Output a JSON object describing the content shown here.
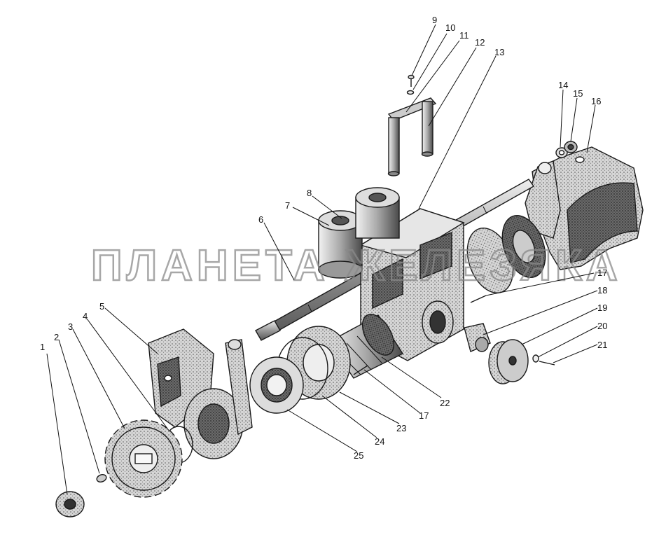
{
  "watermark": "ПЛАНЕТА ЖЕЛЕЗЯКА",
  "callouts": {
    "c1": "1",
    "c2": "2",
    "c3": "3",
    "c4": "4",
    "c5": "5",
    "c6": "6",
    "c7": "7",
    "c8": "8",
    "c9": "9",
    "c10": "10",
    "c11": "11",
    "c12": "12",
    "c13": "13",
    "c14": "14",
    "c15": "15",
    "c16": "16",
    "c17a": "17",
    "c17b": "17",
    "c18": "18",
    "c19": "19",
    "c20": "20",
    "c21": "21",
    "c22": "22",
    "c23": "23",
    "c24": "24",
    "c25": "25"
  },
  "colors": {
    "ink": "#1a1a1a",
    "metal": "#c9c9c9",
    "metal_dark": "#8e8e8e",
    "casting": "#b5b5b5"
  }
}
